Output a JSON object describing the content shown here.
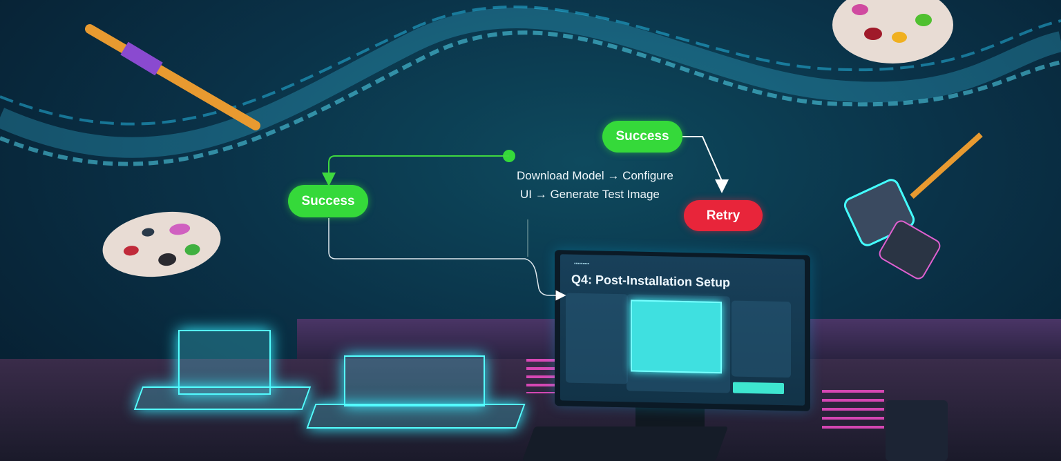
{
  "flowchart": {
    "nodes": [
      {
        "id": "success-left",
        "label": "Success",
        "color": "#35d93a"
      },
      {
        "id": "success-right",
        "label": "Success",
        "color": "#35d93a"
      },
      {
        "id": "retry",
        "label": "Retry",
        "color": "#e8253a"
      }
    ],
    "step_text_line1": "Download Model → Configure",
    "step_text_line2": "UI → Generate Test Image"
  },
  "monitor": {
    "title": "Q4: Post-Installation Setup"
  }
}
